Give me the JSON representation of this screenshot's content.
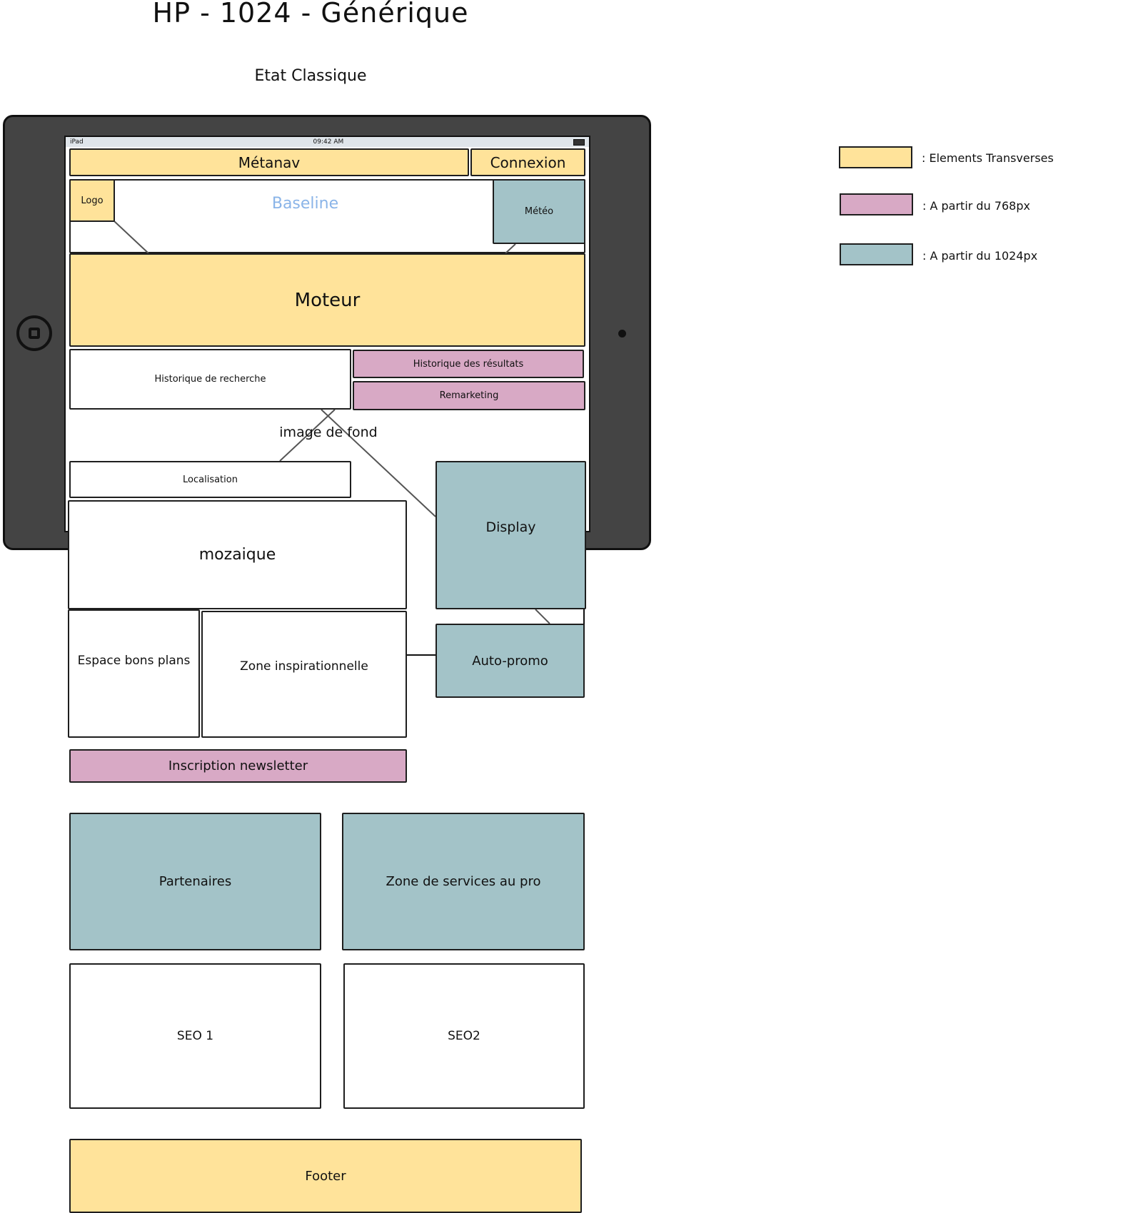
{
  "title": "HP - 1024 - Générique",
  "subtitle": "Etat Classique",
  "status_bar": {
    "device": "iPad",
    "time": "09:42 AM"
  },
  "blocks": {
    "metanav": "Métanav",
    "connexion": "Connexion",
    "logo": "Logo",
    "baseline": "Baseline",
    "meteo": "Météo",
    "moteur": "Moteur",
    "historique_recherche": "Historique de recherche",
    "historique_resultats": "Historique des résultats",
    "remarketing": "Remarketing",
    "image_de_fond": "image de fond",
    "localisation": "Localisation",
    "display": "Display",
    "mozaique": "mozaique",
    "espace_bons_plans": "Espace bons plans",
    "zone_inspirationnelle": "Zone inspirationnelle",
    "auto_promo": "Auto-promo",
    "inscription_newsletter": "Inscription newsletter",
    "partenaires": "Partenaires",
    "zone_services_pro": "Zone de services au pro",
    "seo1": "SEO 1",
    "seo2": "SEO2",
    "footer": "Footer"
  },
  "legend": [
    {
      "label": ": Elements Transverses",
      "color": "#ffe39a"
    },
    {
      "label": ": A partir du 768px",
      "color": "#d8a9c5"
    },
    {
      "label": ": A partir du 1024px",
      "color": "#a3c3c8"
    }
  ],
  "colors": {
    "yellow": "#ffe39a",
    "pink": "#d8a9c5",
    "teal": "#a3c3c8",
    "frame": "#444444"
  }
}
